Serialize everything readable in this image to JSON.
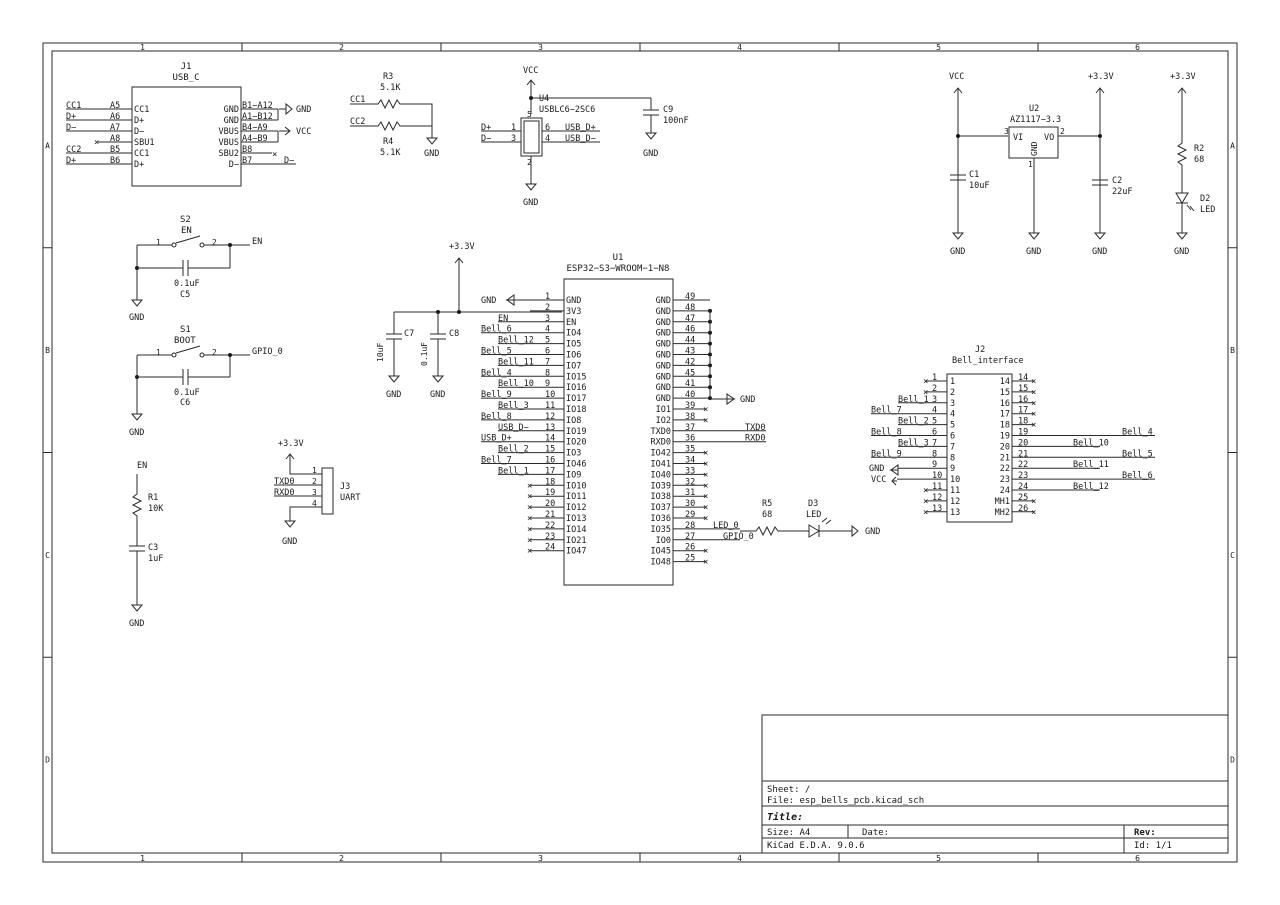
{
  "frame": {
    "cols": [
      "1",
      "2",
      "3",
      "4",
      "5",
      "6"
    ],
    "rows": [
      "A",
      "B",
      "C",
      "D"
    ]
  },
  "title_block": {
    "sheet": "Sheet: /",
    "file": "File: esp_bells_pcb.kicad_sch",
    "title": "Title:",
    "size": "Size: A4",
    "date": "Date:",
    "rev": "Rev:",
    "tool": "KiCad E.D.A. 9.0.6",
    "id": "Id: 1/1"
  },
  "j1": {
    "ref": "J1",
    "value": "USB_C",
    "left_pins": [
      {
        "net": "CC1",
        "pin": "A5",
        "name": "CC1"
      },
      {
        "net": "D+",
        "pin": "A6",
        "name": "D+"
      },
      {
        "net": "D−",
        "pin": "A7",
        "name": "D−"
      },
      {
        "net": "",
        "pin": "A8",
        "name": "SBU1"
      },
      {
        "net": "CC2",
        "pin": "B5",
        "name": "CC1"
      },
      {
        "net": "D+",
        "pin": "B6",
        "name": "D+"
      }
    ],
    "right_pins": [
      {
        "name": "GND",
        "pin": "B1−A12",
        "net": "GND"
      },
      {
        "name": "GND",
        "pin": "A1−B12",
        "net": ""
      },
      {
        "name": "VBUS",
        "pin": "B4−A9",
        "net": "VCC"
      },
      {
        "name": "VBUS",
        "pin": "A4−B9",
        "net": ""
      },
      {
        "name": "SBU2",
        "pin": "B8",
        "net": ""
      },
      {
        "name": "D−",
        "pin": "B7",
        "net": "D−"
      }
    ]
  },
  "r3": {
    "ref": "R3",
    "value": "5.1K",
    "net": "CC1"
  },
  "r4": {
    "ref": "R4",
    "value": "5.1K",
    "net": "CC2"
  },
  "gnd": "GND",
  "vcc": "VCC",
  "v33": "+3.3V",
  "u4": {
    "ref": "U4",
    "value": "USBLC6−2SC6",
    "left": [
      {
        "net": "D+",
        "pin": "1"
      },
      {
        "net": "D−",
        "pin": "3"
      }
    ],
    "right": [
      {
        "pin": "6",
        "net": "USB_D+"
      },
      {
        "pin": "4",
        "net": "USB_D−"
      }
    ],
    "top_pin": "5",
    "bottom_pin": "2"
  },
  "c9": {
    "ref": "C9",
    "value": "100nF"
  },
  "u2": {
    "ref": "U2",
    "value": "AZ1117−3.3",
    "vi": "VI",
    "vo": "VO",
    "gnd": "GND",
    "pin_vi": "3",
    "pin_vo": "2",
    "pin_gnd": "1"
  },
  "c1": {
    "ref": "C1",
    "value": "10uF"
  },
  "c2": {
    "ref": "C2",
    "value": "22uF"
  },
  "r2": {
    "ref": "R2",
    "value": "68"
  },
  "d2": {
    "ref": "D2",
    "value": "LED"
  },
  "s2": {
    "ref": "S2",
    "value": "EN",
    "pin1": "1",
    "pin2": "2",
    "net": "EN"
  },
  "c5": {
    "ref": "C5",
    "value": "0.1uF"
  },
  "s1": {
    "ref": "S1",
    "value": "BOOT",
    "pin1": "1",
    "pin2": "2",
    "net": "GPIO_0"
  },
  "c6": {
    "ref": "C6",
    "value": "0.1uF"
  },
  "r1": {
    "ref": "R1",
    "value": "10K",
    "net": "EN"
  },
  "c3": {
    "ref": "C3",
    "value": "1uF"
  },
  "j3": {
    "ref": "J3",
    "value": "UART",
    "pins": [
      {
        "net": "",
        "pin": "1"
      },
      {
        "net": "TXD0",
        "pin": "2"
      },
      {
        "net": "RXD0",
        "pin": "3"
      },
      {
        "net": "",
        "pin": "4"
      }
    ]
  },
  "c7": {
    "ref": "C7",
    "value": "10uF"
  },
  "c8": {
    "ref": "C8",
    "value": "0.1uF"
  },
  "u1": {
    "ref": "U1",
    "value": "ESP32−S3−WROOM−1−N8",
    "left": [
      {
        "net": "GND",
        "pin": "1",
        "name": "GND"
      },
      {
        "net": "",
        "pin": "2",
        "name": "3V3"
      },
      {
        "net": "EN",
        "pin": "3",
        "name": "EN"
      },
      {
        "net": "Bell_6",
        "pin": "4",
        "name": "IO4"
      },
      {
        "net": "Bell_12",
        "pin": "5",
        "name": "IO5"
      },
      {
        "net": "Bell_5",
        "pin": "6",
        "name": "IO6"
      },
      {
        "net": "Bell_11",
        "pin": "7",
        "name": "IO7"
      },
      {
        "net": "Bell_4",
        "pin": "8",
        "name": "IO15"
      },
      {
        "net": "Bell_10",
        "pin": "9",
        "name": "IO16"
      },
      {
        "net": "Bell_9",
        "pin": "10",
        "name": "IO17"
      },
      {
        "net": "Bell_3",
        "pin": "11",
        "name": "IO18"
      },
      {
        "net": "Bell_8",
        "pin": "12",
        "name": "IO8"
      },
      {
        "net": "USB_D−",
        "pin": "13",
        "name": "IO19"
      },
      {
        "net": "USB_D+",
        "pin": "14",
        "name": "IO20"
      },
      {
        "net": "Bell_2",
        "pin": "15",
        "name": "IO3"
      },
      {
        "net": "Bell_7",
        "pin": "16",
        "name": "IO46"
      },
      {
        "net": "Bell_1",
        "pin": "17",
        "name": "IO9"
      },
      {
        "net": "",
        "pin": "18",
        "name": "IO10"
      },
      {
        "net": "",
        "pin": "19",
        "name": "IO11"
      },
      {
        "net": "",
        "pin": "20",
        "name": "IO12"
      },
      {
        "net": "",
        "pin": "21",
        "name": "IO13"
      },
      {
        "net": "",
        "pin": "22",
        "name": "IO14"
      },
      {
        "net": "",
        "pin": "23",
        "name": "IO21"
      },
      {
        "net": "",
        "pin": "24",
        "name": "IO47"
      }
    ],
    "right": [
      {
        "name": "GND",
        "pin": "49",
        "net": ""
      },
      {
        "name": "GND",
        "pin": "48",
        "net": ""
      },
      {
        "name": "GND",
        "pin": "47",
        "net": ""
      },
      {
        "name": "GND",
        "pin": "46",
        "net": ""
      },
      {
        "name": "GND",
        "pin": "44",
        "net": ""
      },
      {
        "name": "GND",
        "pin": "43",
        "net": ""
      },
      {
        "name": "GND",
        "pin": "42",
        "net": ""
      },
      {
        "name": "GND",
        "pin": "45",
        "net": ""
      },
      {
        "name": "GND",
        "pin": "41",
        "net": ""
      },
      {
        "name": "GND",
        "pin": "40",
        "net": "GND"
      },
      {
        "name": "IO1",
        "pin": "39",
        "net": ""
      },
      {
        "name": "IO2",
        "pin": "38",
        "net": ""
      },
      {
        "name": "TXD0",
        "pin": "37",
        "net": "TXD0"
      },
      {
        "name": "RXD0",
        "pin": "36",
        "net": "RXD0"
      },
      {
        "name": "IO42",
        "pin": "35",
        "net": ""
      },
      {
        "name": "IO41",
        "pin": "34",
        "net": ""
      },
      {
        "name": "IO40",
        "pin": "33",
        "net": ""
      },
      {
        "name": "IO39",
        "pin": "32",
        "net": ""
      },
      {
        "name": "IO38",
        "pin": "31",
        "net": ""
      },
      {
        "name": "IO37",
        "pin": "30",
        "net": ""
      },
      {
        "name": "IO36",
        "pin": "29",
        "net": ""
      },
      {
        "name": "IO35",
        "pin": "28",
        "net": "LED_0"
      },
      {
        "name": "IO0",
        "pin": "27",
        "net": "GPIO_0"
      },
      {
        "name": "IO45",
        "pin": "26",
        "net": ""
      },
      {
        "name": "IO48",
        "pin": "25",
        "net": ""
      }
    ]
  },
  "r5": {
    "ref": "R5",
    "value": "68"
  },
  "d3": {
    "ref": "D3",
    "value": "LED"
  },
  "j2": {
    "ref": "J2",
    "value": "Bell_interface",
    "left": [
      {
        "net": "",
        "pin": "1",
        "num": "1"
      },
      {
        "net": "",
        "pin": "2",
        "num": "2"
      },
      {
        "net": "Bell_1",
        "pin": "3",
        "num": "3"
      },
      {
        "net": "Bell_7",
        "pin": "4",
        "num": "4"
      },
      {
        "net": "Bell_2",
        "pin": "5",
        "num": "5"
      },
      {
        "net": "Bell_8",
        "pin": "6",
        "num": "6"
      },
      {
        "net": "Bell_3",
        "pin": "7",
        "num": "7"
      },
      {
        "net": "Bell_9",
        "pin": "8",
        "num": "8"
      },
      {
        "net": "GND",
        "pin": "9",
        "num": "9"
      },
      {
        "net": "VCC",
        "pin": "10",
        "num": "10"
      },
      {
        "net": "",
        "pin": "11",
        "num": "11"
      },
      {
        "net": "",
        "pin": "12",
        "num": "12"
      },
      {
        "net": "",
        "pin": "13",
        "num": "13"
      }
    ],
    "right": [
      {
        "num": "14",
        "pin": "14",
        "net": ""
      },
      {
        "num": "15",
        "pin": "15",
        "net": ""
      },
      {
        "num": "16",
        "pin": "16",
        "net": ""
      },
      {
        "num": "17",
        "pin": "17",
        "net": ""
      },
      {
        "num": "18",
        "pin": "18",
        "net": ""
      },
      {
        "num": "19",
        "pin": "19",
        "net": "Bell_4"
      },
      {
        "num": "20",
        "pin": "20",
        "net": "Bell_10"
      },
      {
        "num": "21",
        "pin": "21",
        "net": "Bell_5"
      },
      {
        "num": "22",
        "pin": "22",
        "net": "Bell_11"
      },
      {
        "num": "23",
        "pin": "23",
        "net": "Bell_6"
      },
      {
        "num": "24",
        "pin": "24",
        "net": "Bell_12"
      },
      {
        "num": "MH1",
        "pin": "25",
        "net": ""
      },
      {
        "num": "MH2",
        "pin": "26",
        "net": ""
      }
    ]
  }
}
